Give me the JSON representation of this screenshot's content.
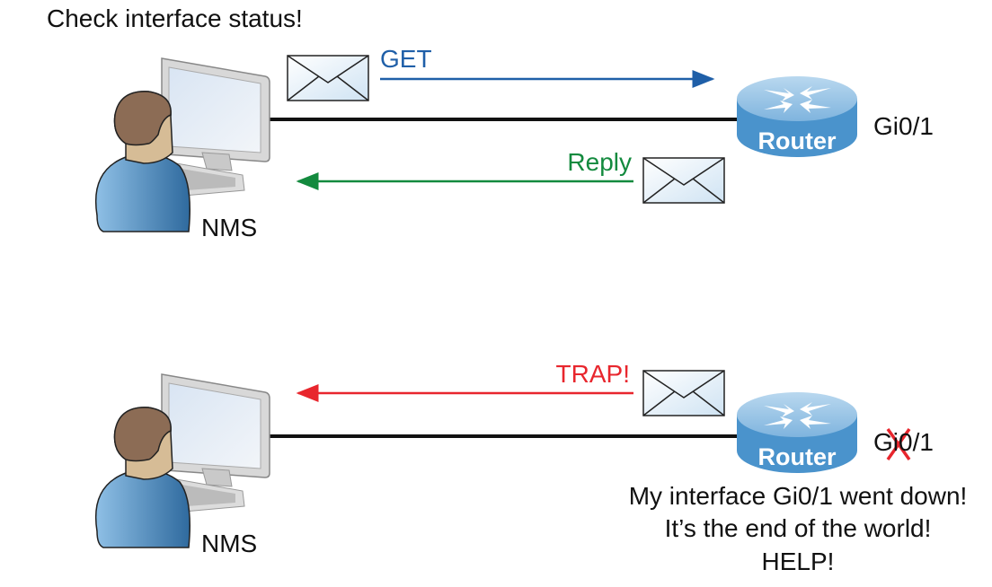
{
  "top": {
    "caption": "Check interface status!",
    "get_label": "GET",
    "reply_label": "Reply",
    "nms_label": "NMS",
    "router_label": "Router",
    "interface_label": "Gi0/1"
  },
  "bottom": {
    "trap_label": "TRAP!",
    "nms_label": "NMS",
    "router_label": "Router",
    "interface_label": "Gi0/1",
    "message_lines": [
      "My interface Gi0/1 went down!",
      "It’s the end of the world!",
      "HELP!"
    ]
  },
  "colors": {
    "get": "#1f5fa8",
    "reply": "#138a3e",
    "trap": "#e8262d",
    "router": "#4a93cc"
  }
}
